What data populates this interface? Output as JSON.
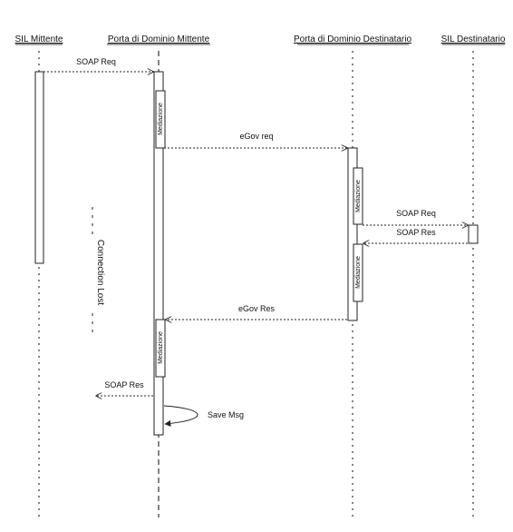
{
  "participants": [
    {
      "id": "sil_mittente",
      "label": "SIL Mittente"
    },
    {
      "id": "pdd_mittente",
      "label": "Porta di Dominio Mittente"
    },
    {
      "id": "pdd_destinatario",
      "label": "Porta di Dominio Destinatario"
    },
    {
      "id": "sil_destinatario",
      "label": "SIL Destinatario"
    }
  ],
  "messages": {
    "soap_req_1": "SOAP Req",
    "egov_req": "eGov req",
    "soap_req_2": "SOAP Req",
    "soap_res_2": "SOAP Res",
    "egov_res": "eGov Res",
    "soap_res_1": "SOAP Res",
    "save_msg": "Save Msg"
  },
  "activations": {
    "mediazione_1": "Mediazione",
    "mediazione_2": "Mediazione",
    "mediazione_3": "Mediazione",
    "mediazione_4": "Mediazione"
  },
  "annotations": {
    "connection_lost": "Connection Lost"
  }
}
